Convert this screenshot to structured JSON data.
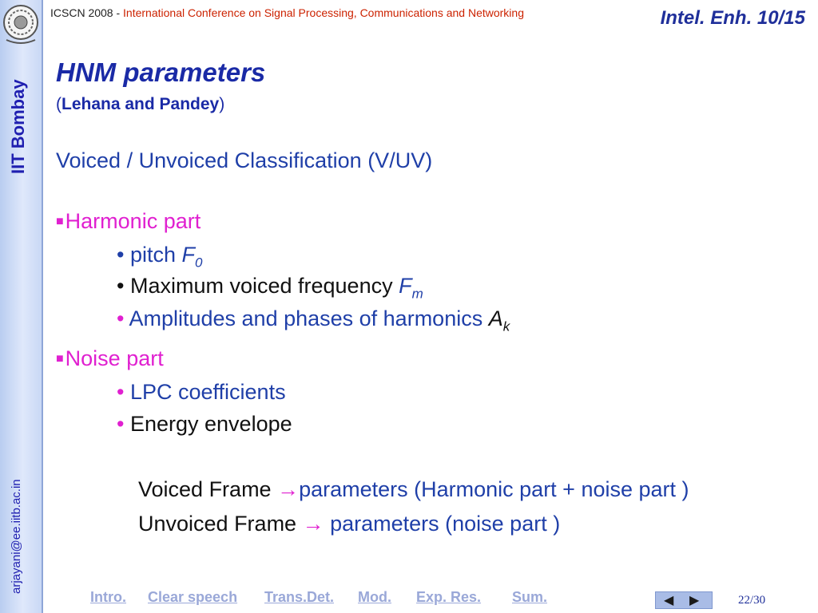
{
  "sidebar": {
    "title": "IIT Bombay",
    "email": "arjayani@ee.iitb.ac.in"
  },
  "header": {
    "conf_short": "ICSCN 2008 - ",
    "conf_full": "International Conference on Signal Processing, Communications and Networking",
    "slide_label": "Intel. Enh. 10/15"
  },
  "slide": {
    "title": "HNM parameters",
    "subtitle_open": "(",
    "subtitle_authors": "Lehana and Pandey",
    "subtitle_close": ")",
    "classification": "Voiced / Unvoiced Classification (V/UV)",
    "harmonic_heading": "Harmonic part",
    "harmonic_items": {
      "pitch": "• pitch ",
      "pitch_sym": "F",
      "pitch_sub": "0",
      "maxfreq": "• Maximum voiced frequency ",
      "maxfreq_sym": "F",
      "maxfreq_sub": "m",
      "amp_bullet": "• ",
      "amp": "Amplitudes and phases of harmonics ",
      "amp_sym": "A",
      "amp_sub": "k"
    },
    "noise_heading": "Noise part",
    "noise_items": {
      "lpc_bullet": "• ",
      "lpc": "LPC coefficients",
      "energy_bullet": "• ",
      "energy": "Energy envelope"
    },
    "voiced_frame_label": "Voiced Frame ",
    "voiced_frame_arrow": "→",
    "voiced_frame_text": "parameters (Harmonic part + noise part )",
    "unvoiced_frame_label": "Unvoiced Frame ",
    "unvoiced_frame_arrow": "→",
    "unvoiced_frame_text": " parameters (noise part )"
  },
  "footer": {
    "nav": [
      "Intro.",
      "Clear speech",
      "Trans.Det.",
      "Mod.",
      "Exp. Res.",
      "Sum."
    ],
    "prev_icon": "◀",
    "next_icon": "▶",
    "page": "22/30"
  }
}
